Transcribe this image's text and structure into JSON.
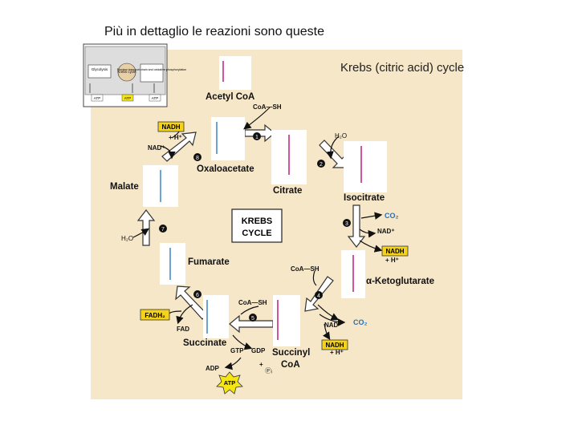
{
  "slide": {
    "title": "Più in dettaglio le reazioni sono queste"
  },
  "figure": {
    "title": "Krebs (citric acid) cycle",
    "center_label_1": "KREBS",
    "center_label_2": "CYCLE",
    "thumbnail": {
      "glycolysis": "Glycolysis",
      "krebs": "Krebs cycle",
      "etc": "Electron transport chain and oxidative phosphorylation",
      "atp": "ATP"
    },
    "metabolites": {
      "acetyl_coa": "Acetyl CoA",
      "oxaloacetate": "Oxaloacetate",
      "citrate": "Citrate",
      "isocitrate": "Isocitrate",
      "ketoglutarate": "α-Ketoglutarate",
      "succinyl_coa_1": "Succinyl",
      "succinyl_coa_2": "CoA",
      "succinate": "Succinate",
      "fumarate": "Fumarate",
      "malate": "Malate"
    },
    "cofactors": {
      "coa_sh_top": "CoA—SH",
      "coa_sh_right": "CoA—SH",
      "coa_sh_bottom": "CoA—SH",
      "h2o_right": "H₂O",
      "h2o_left": "H₂O",
      "co2_1": "CO₂",
      "co2_2": "CO₂",
      "nad_1": "NAD⁺",
      "nadh_1": "NADH",
      "h_1": "+ H⁺",
      "nad_2": "NAD⁺",
      "nadh_2": "NADH",
      "h_2": "+ H⁺",
      "nad_3": "NAD⁺",
      "nadh_3": "NADH",
      "h_3": "+ H⁺",
      "fad": "FAD",
      "fadh2": "FADH₂",
      "gtp": "GTP",
      "gdp": "GDP",
      "adp": "ADP",
      "atp": "ATP",
      "pi": "Ⓟᵢ",
      "plus": "+"
    },
    "steps": [
      "1",
      "2",
      "3",
      "4",
      "5",
      "6",
      "7",
      "8"
    ],
    "colors": {
      "background": "#f7e7c9",
      "nadh_box": "#f6d31b",
      "arrow_fill": "#ffffff",
      "arrow_stroke": "#333333",
      "carbon_pink": "#c42a86",
      "carbon_blue": "#4a8ec8",
      "atp_star": "#f5e512"
    }
  }
}
